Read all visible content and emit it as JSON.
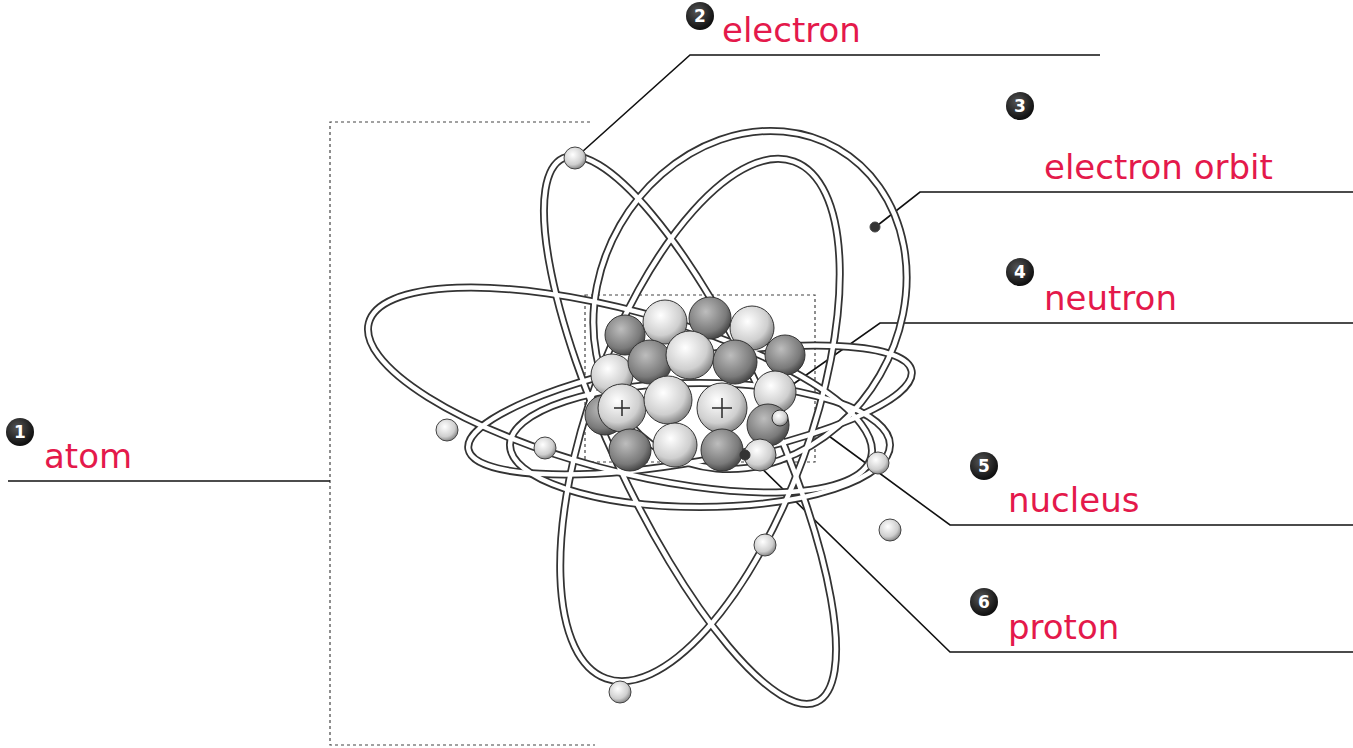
{
  "diagram": {
    "labels": [
      "1",
      "atom",
      "2",
      "electron",
      "3",
      "electron orbit",
      "4",
      "neutron",
      "5",
      "nucleus",
      "6",
      "proton"
    ]
  }
}
